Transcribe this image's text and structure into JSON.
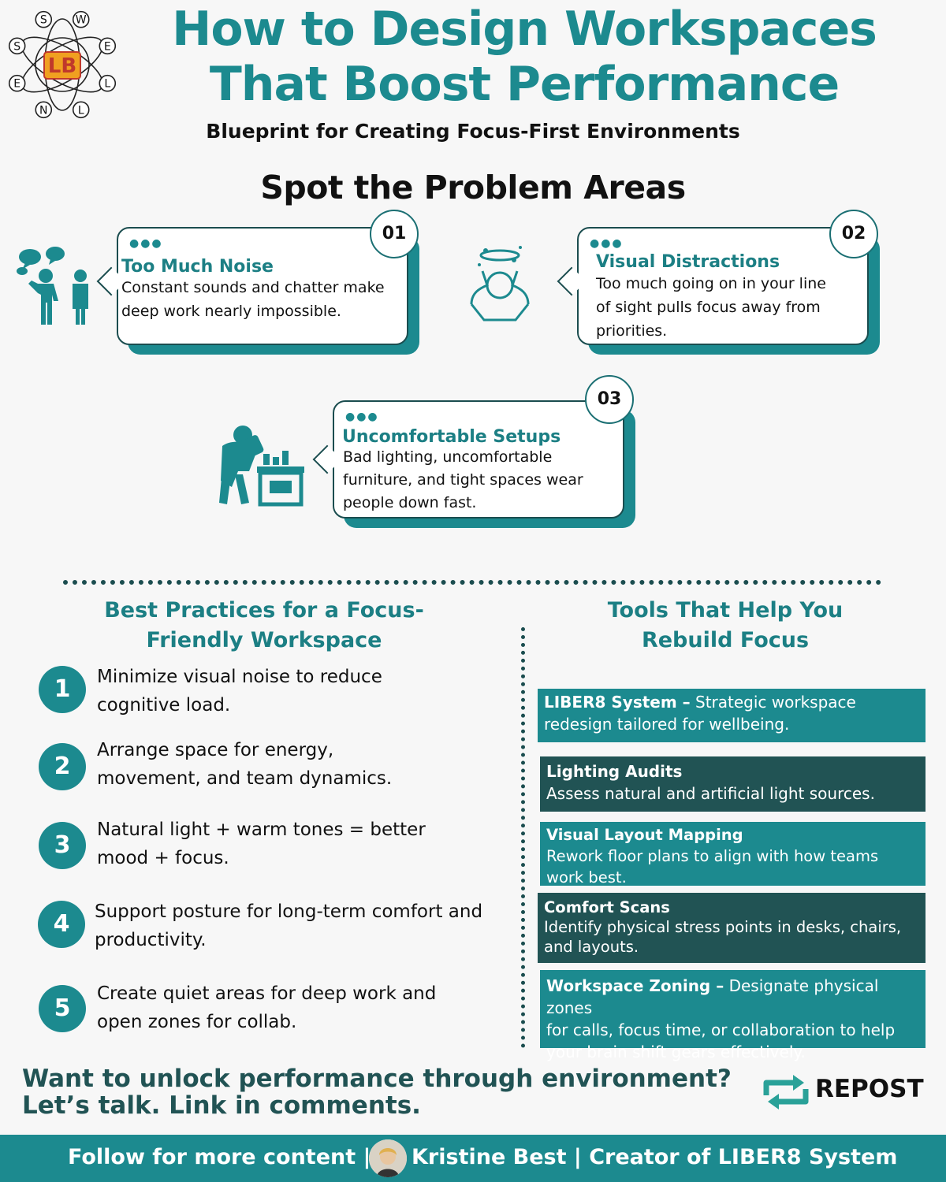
{
  "logo": {
    "center_letters": "LB",
    "ring_letters": [
      "W",
      "E",
      "L",
      "L",
      "N",
      "E",
      "S",
      "S"
    ]
  },
  "header": {
    "title_line1": "How to Design Workspaces",
    "title_line2": "That Boost Performance",
    "subtitle": "Blueprint for Creating Focus-First Environments"
  },
  "problems": {
    "heading": "Spot the Problem Areas",
    "items": [
      {
        "number": "01",
        "title": "Too Much Noise",
        "desc_lines": [
          "Constant sounds and chatter make",
          "deep work nearly impossible."
        ],
        "icon": "people-talking-icon"
      },
      {
        "number": "02",
        "title": "Visual Distractions",
        "desc_lines": [
          "Too much going on in your line",
          "of sight pulls focus away from",
          "priorities."
        ],
        "icon": "dizzy-person-icon"
      },
      {
        "number": "03",
        "title": "Uncomfortable Setups",
        "desc_lines": [
          "Bad lighting, uncomfortable",
          "furniture, and tight spaces wear",
          "people down fast."
        ],
        "icon": "hunched-worker-icon"
      }
    ]
  },
  "best_practices": {
    "heading_line1": "Best Practices for a Focus-",
    "heading_line2": "Friendly Workspace",
    "items": [
      {
        "n": "1",
        "lines": [
          "Minimize visual noise to reduce",
          "cognitive load."
        ]
      },
      {
        "n": "2",
        "lines": [
          "Arrange space for energy,",
          "movement, and team dynamics."
        ]
      },
      {
        "n": "3",
        "lines": [
          "Natural light + warm tones = better",
          "mood + focus."
        ]
      },
      {
        "n": "4",
        "lines": [
          "Support posture for long-term comfort and",
          "productivity."
        ]
      },
      {
        "n": "5",
        "lines": [
          "Create quiet areas for deep work and",
          "open zones for collab."
        ]
      }
    ]
  },
  "tools": {
    "heading_line1": "Tools That Help You",
    "heading_line2": "Rebuild Focus",
    "items": [
      {
        "name": "LIBER8 System –",
        "lines": [
          " Strategic workspace",
          "redesign tailored for wellbeing."
        ]
      },
      {
        "name": "Lighting Audits",
        "lines": [
          " Assess natural and artificial light sources."
        ]
      },
      {
        "name": "Visual Layout Mapping",
        "lines": [
          "Rework floor plans to align with how teams",
          "work best."
        ]
      },
      {
        "name": "Comfort Scans",
        "lines": [
          "Identify physical stress points in desks, chairs,",
          "and layouts."
        ]
      },
      {
        "name": "Workspace Zoning –",
        "lines": [
          " Designate physical zones",
          "for calls, focus time, or collaboration to help",
          "your brain shift gears effectively."
        ]
      }
    ]
  },
  "cta": {
    "line1": "Want to unlock performance through environment?",
    "line2": "Let’s talk. Link in comments."
  },
  "repost": {
    "label": "REPOST"
  },
  "footer": {
    "left": "Follow for more content |",
    "right": "Kristine Best | Creator of LIBER8 System"
  },
  "colors": {
    "teal": "#1c8a8f",
    "dark_teal": "#215354",
    "background": "#f7f7f7"
  }
}
